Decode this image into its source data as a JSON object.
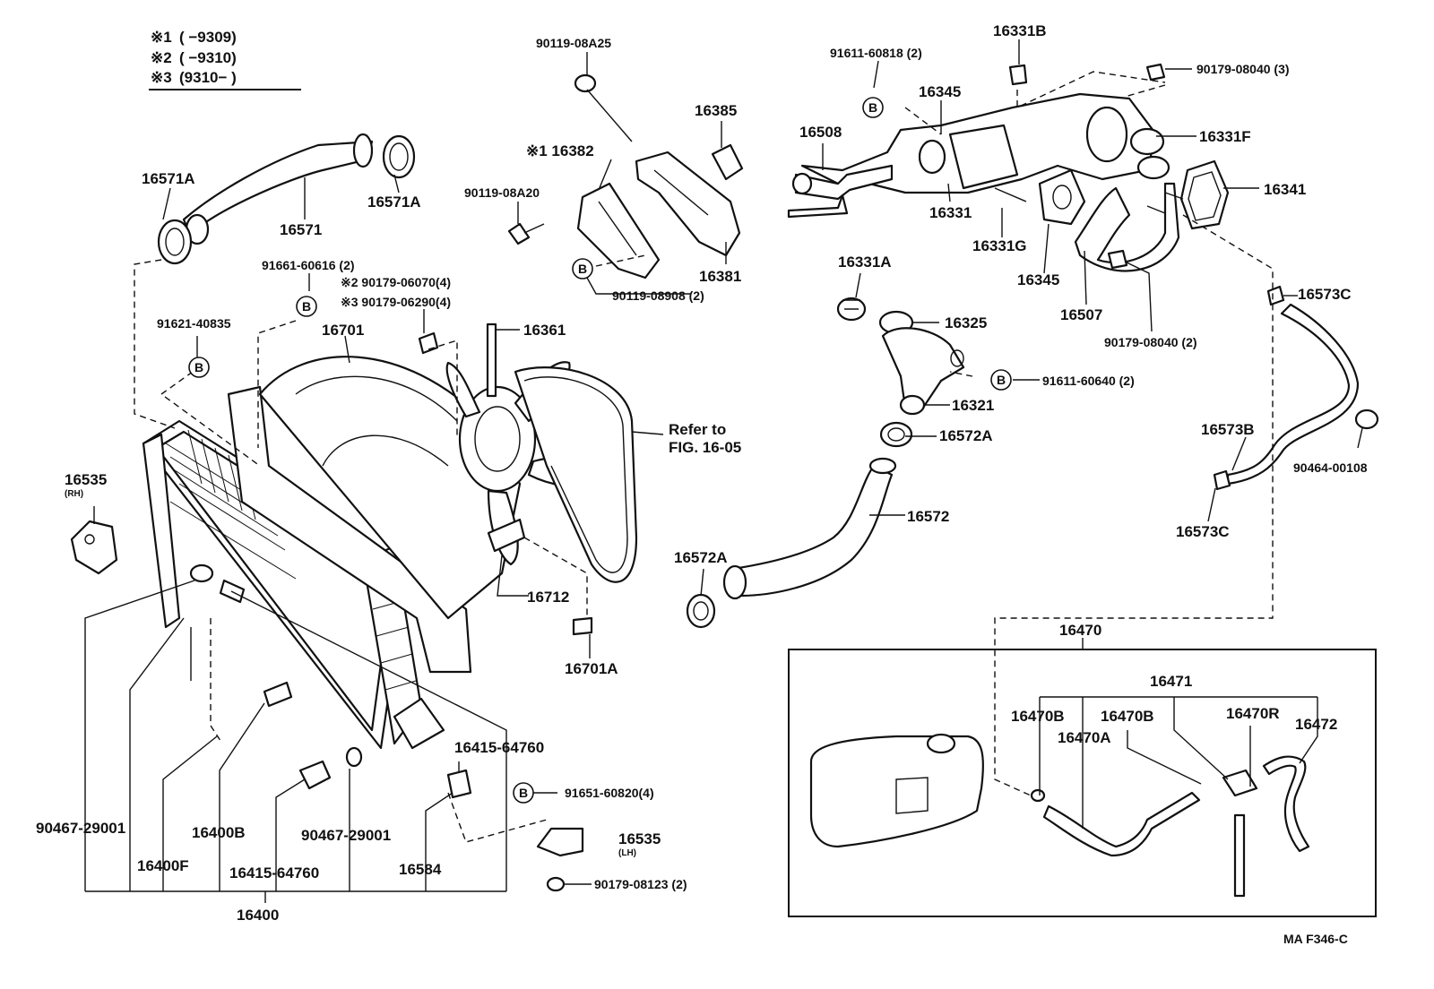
{
  "legend": {
    "rows": [
      {
        "mark": "※1",
        "range": "(        −9309)"
      },
      {
        "mark": "※2",
        "range": "(        −9310)"
      },
      {
        "mark": "※3",
        "range": "(9310−         )"
      }
    ]
  },
  "labels": {
    "p90119_08A25": "90119-08A25",
    "p16331B": "16331B",
    "p91611_60818": "91611-60818 (2)",
    "p90179_08040_3": "90179-08040 (3)",
    "p16345_top": "16345",
    "p16385": "16385",
    "p16508": "16508",
    "p16331F": "16331F",
    "p16382": "※1 16382",
    "p16571A_left": "16571A",
    "p16571A_right": "16571A",
    "p16571": "16571",
    "p90119_08A20": "90119-08A20",
    "p16341": "16341",
    "p16331": "16331",
    "p16331G": "16331G",
    "p16381": "16381",
    "p91661_60616": "91661-60616 (2)",
    "p90179_06070": "※2 90179-06070(4)",
    "p90179_06290": "※3 90179-06290(4)",
    "p16331A": "16331A",
    "p16345_bottom": "16345",
    "p90119_08908": "90119-08908 (2)",
    "p16573C_top": "16573C",
    "p16507": "16507",
    "p91621_40835": "91621-40835",
    "p16701": "16701",
    "p16361": "16361",
    "p16325": "16325",
    "p90179_08040_2": "90179-08040 (2)",
    "p91611_60640": "91611-60640 (2)",
    "p16321": "16321",
    "p_refer_1": "Refer to",
    "p_refer_2": "FIG. 16-05",
    "p16572A_top": "16572A",
    "p16573B": "16573B",
    "p90464_00108": "90464-00108",
    "p16535_rh": "16535",
    "p16535_rh_note": "(RH)",
    "p16572": "16572",
    "p16573C_bottom": "16573C",
    "p16572A_bottom": "16572A",
    "p16712": "16712",
    "p16470": "16470",
    "p16701A": "16701A",
    "p16471": "16471",
    "p16470B_left": "16470B",
    "p16470B_mid": "16470B",
    "p16470R": "16470R",
    "p16472": "16472",
    "p16470A": "16470A",
    "p16415_64760_right": "16415-64760",
    "p91651_60820": "91651-60820(4)",
    "p90467_29001_left": "90467-29001",
    "p16400B": "16400B",
    "p90467_29001_mid": "90467-29001",
    "p16535_lh": "16535",
    "p16535_lh_note": "(LH)",
    "p16400F": "16400F",
    "p16584": "16584",
    "p16415_64760_bottom": "16415-64760",
    "p90179_08123": "90179-08123 (2)",
    "p16400": "16400",
    "figure_code": "MA F346-C"
  },
  "bolt_marker": "B"
}
